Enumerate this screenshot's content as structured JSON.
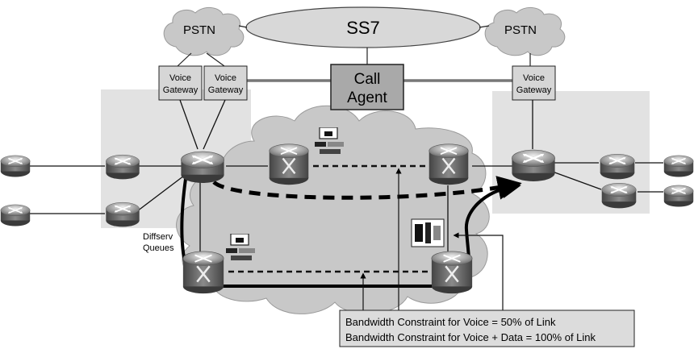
{
  "cloud_left": "PSTN",
  "cloud_right": "PSTN",
  "ss7": "SS7",
  "call_agent": {
    "line1": "Call",
    "line2": "Agent"
  },
  "gateway_left_1": {
    "line1": "Voice",
    "line2": "Gateway"
  },
  "gateway_left_2": {
    "line1": "Voice",
    "line2": "Gateway"
  },
  "gateway_right": {
    "line1": "Voice",
    "line2": "Gateway"
  },
  "diffserv": {
    "line1": "Diffserv",
    "line2": "Queues"
  },
  "callout": {
    "line1": "Bandwidth Constraint for Voice = 50% of Link",
    "line2": "Bandwidth Constraint for Voice + Data = 100% of Link"
  },
  "colors": {
    "cloud": "#c8c8c8",
    "region": "#e2e2e2",
    "call_agent_box": "#a9a9a9",
    "gateway_box": "#d6d6d6",
    "callout_box": "#dcdcdc"
  },
  "icons": {
    "router": "router-icon",
    "switch": "atm-switch-icon",
    "queue": "queue-icon"
  }
}
